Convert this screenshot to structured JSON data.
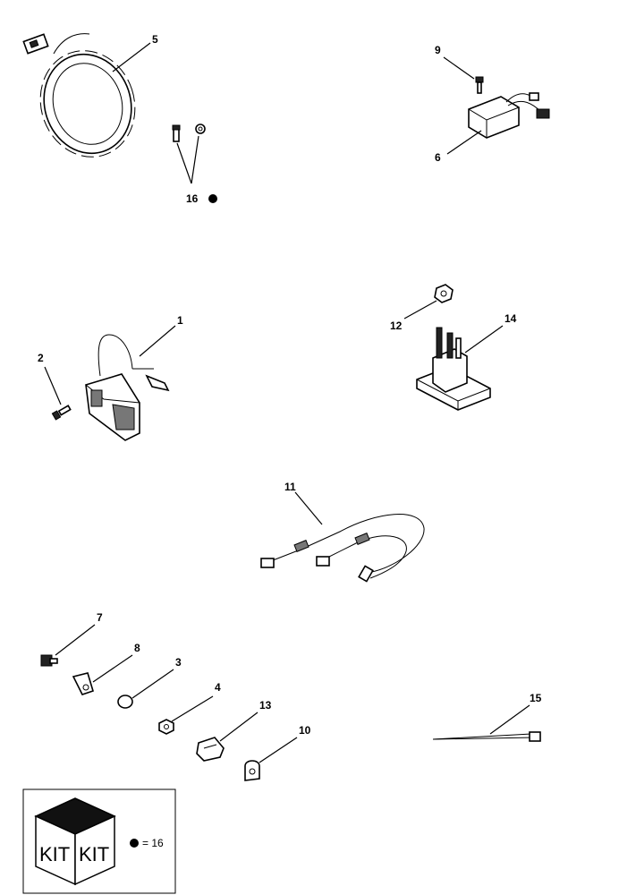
{
  "callouts": {
    "c1": "1",
    "c2": "2",
    "c3": "3",
    "c4": "4",
    "c5": "5",
    "c6": "6",
    "c7": "7",
    "c8": "8",
    "c9": "9",
    "c10": "10",
    "c11": "11",
    "c12": "12",
    "c13": "13",
    "c14": "14",
    "c15": "15",
    "c16": "16"
  },
  "kit": {
    "label_left": "KIT",
    "label_right": "KIT",
    "legend_text": "= 16"
  },
  "colors": {
    "ink": "#000000",
    "paper": "#ffffff",
    "shade": "#777777",
    "dark": "#222222"
  }
}
